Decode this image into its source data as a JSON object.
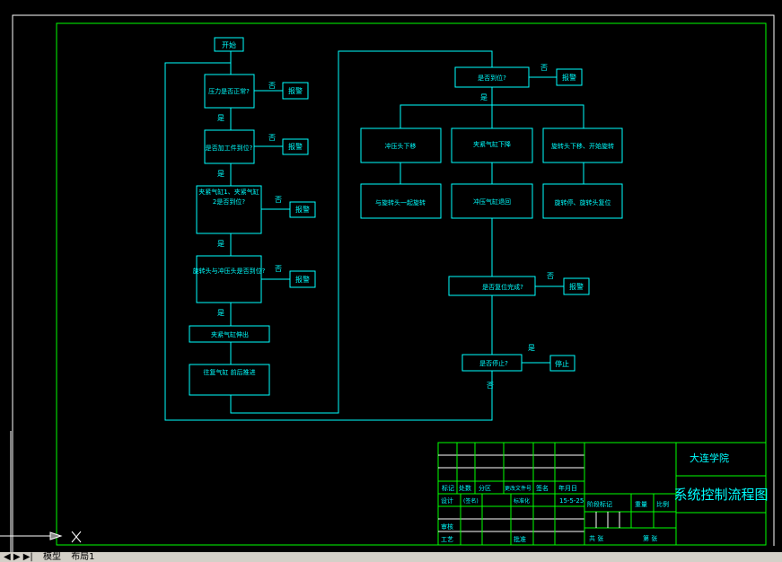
{
  "flowchart": {
    "start": "开始",
    "yes": "是",
    "no": "否",
    "alarm": "报警",
    "left_steps": [
      "压力是否正常?",
      "是否加工件到位?",
      "夹紧气缸1、夹紧气缸2是否到位?",
      "旋转头与冲压头是否到位?",
      "夹紧气缸伸出",
      "往复气缸 前后推进"
    ],
    "check_position": "是否到位?",
    "branches_row1": [
      "冲压头下移",
      "夹紧气缸下降",
      "旋转头下移、开始旋转"
    ],
    "branches_row2": [
      "与旋转头一起旋转",
      "冲压气缸退回",
      "旋转停、旋转头复位"
    ],
    "check_reset": "是否复位完成?",
    "check_stop": "是否停止?",
    "stop": "停止"
  },
  "title_block": {
    "school": "大连学院",
    "drawing_title": "系统控制流程图",
    "headers": [
      "标记",
      "处数",
      "分区",
      "更改文件号",
      "签名",
      "年月日"
    ],
    "design": "设计",
    "designer": "(签名)",
    "standardization": "标准化",
    "date": "15-5-25",
    "stage_mark": "阶段标记",
    "weight": "重量",
    "scale": "比例",
    "review": "审核",
    "process": "工艺",
    "approve": "批准",
    "total_sheets": "共 张",
    "sheet_no": "第 张"
  },
  "tabs": [
    "模型",
    "布局1"
  ],
  "colors": {
    "flow": "#00ffff",
    "frame": "#00ff00",
    "background": "#000000"
  }
}
